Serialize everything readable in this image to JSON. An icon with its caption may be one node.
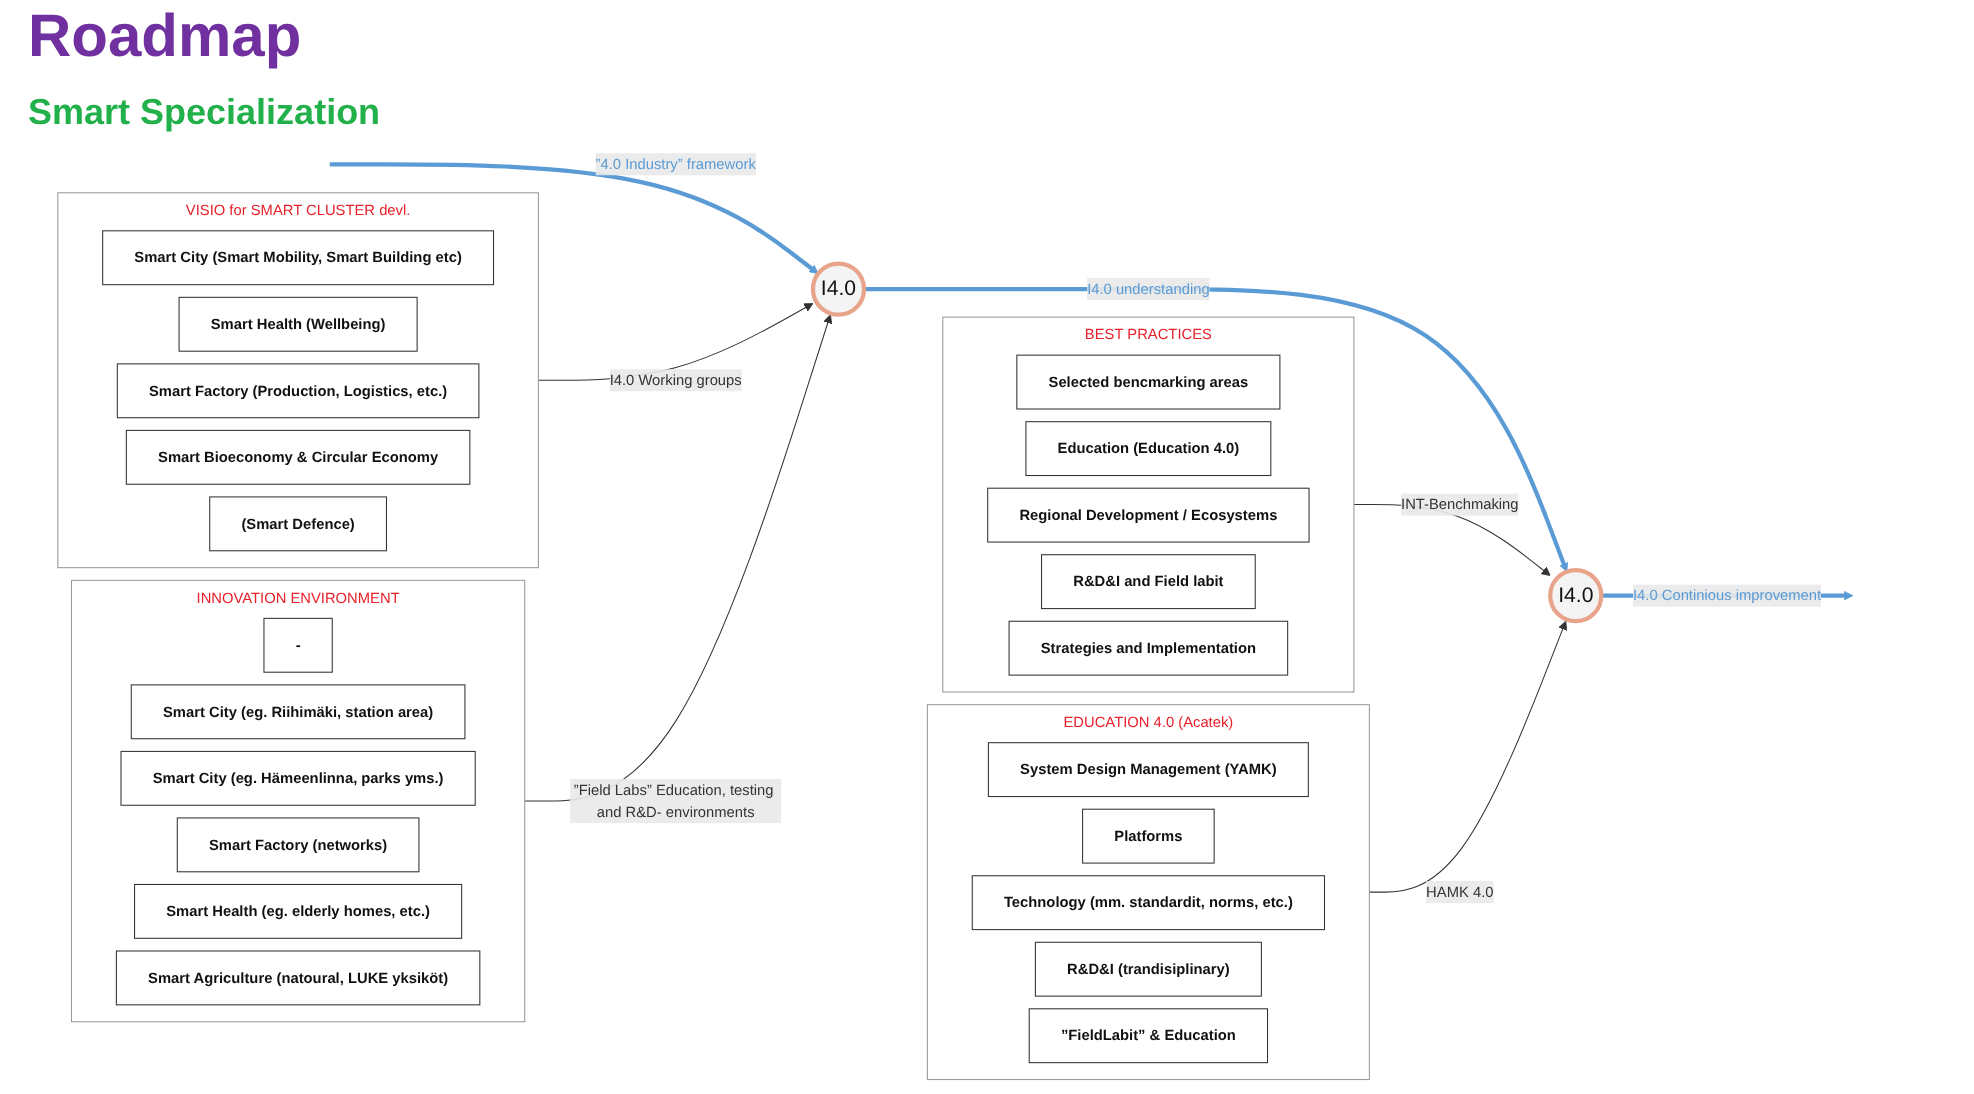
{
  "diagram": {
    "title": "Roadmap",
    "nodes": [
      {
        "text": [
          "VISIO for SMART CLUSTER devl."
        ]
      },
      {
        "text": [
          "Smart City (Smart Mobility, Smart Building etc)"
        ],
        "in": 0
      },
      {
        "text": [
          "Smart Health (Wellbeing)"
        ],
        "in": 0
      },
      {
        "text": [
          "Smart Factory (Production, Logistics, etc.)"
        ],
        "in": 0
      },
      {
        "text": [
          "Smart Bioeconomy & Circular Economy"
        ],
        "in": 0
      },
      {
        "text": [
          "(Smart Defence)"
        ],
        "in": 0
      },
      {
        "text": [
          "BEST PRACTICES"
        ]
      },
      {
        "text": [
          "Selected bencmarking areas"
        ],
        "in": 6
      },
      {
        "text": [
          "Education (Education 4.0)"
        ],
        "in": 6
      },
      {
        "text": [
          "Regional Development / Ecosystems"
        ],
        "in": 6
      },
      {
        "text": [
          "R&D&I and Field labit"
        ],
        "in": 6
      },
      {
        "text": [
          "Strategies and Implementation"
        ],
        "in": 6
      },
      {
        "text": [
          "I4.0"
        ]
      },
      {
        "text": [
          "I4.0"
        ]
      },
      {
        "text": [
          "INNOVATION ENVIRONMENT"
        ]
      },
      {
        "text": [
          "-"
        ],
        "in": 14
      },
      {
        "text": [
          "Smart City (eg. Riihimäki, station area)"
        ],
        "in": 14
      },
      {
        "text": [
          "Smart City (eg. Hämeenlinna, parks yms.)"
        ],
        "in": 14
      },
      {
        "text": [
          "Smart Factory (networks)"
        ],
        "in": 14
      },
      {
        "text": [
          "Smart Health (eg. elderly homes, etc.)"
        ],
        "in": 14
      },
      {
        "text": [
          "Smart Agriculture (natoural, LUKE yksiköt)"
        ],
        "in": 14
      },
      {
        "text": [
          "EDUCATION 4.0 (Acatek)"
        ]
      },
      {
        "text": [
          "System Design Management (YAMK)"
        ],
        "in": 21
      },
      {
        "text": [
          "Platforms"
        ],
        "in": 21
      },
      {
        "text": [
          "Technology (mm. standardit, norms, etc.)"
        ],
        "in": 21
      },
      {
        "text": [
          "R&D&I (trandisiplinary)"
        ],
        "in": 21
      },
      {
        "text": [
          "”FieldLabit” & Education"
        ],
        "in": 21
      }
    ],
    "edges": [
      {
        "from": null,
        "to": 12,
        "arrow": "to",
        "label": "”4.0 Industry” framework",
        "style": "thick",
        "color": "#5b9bd5"
      },
      {
        "from": 12,
        "to": 13,
        "arrow": "to",
        "label": "I4.0 understanding",
        "style": "thick",
        "color": "#5b9bd5"
      },
      {
        "from": 13,
        "to": null,
        "arrow": "to",
        "label": "I4.0 Continious improvement",
        "style": "thick",
        "color": "#5b9bd5"
      },
      {
        "from": 0,
        "to": 12,
        "arrow": "to",
        "label": "I4.0 Working groups"
      },
      {
        "from": 6,
        "to": 13,
        "arrow": "to",
        "label": "INT-Benchmaking"
      },
      {
        "from": 14,
        "to": 12,
        "arrow": "to",
        "label": "”Field Labs” Education, testing and R&D- environments"
      },
      {
        "from": 21,
        "to": 13,
        "arrow": "to",
        "label": "HAMK 4.0"
      }
    ],
    "labels": [
      "Smart Specialization"
    ]
  }
}
